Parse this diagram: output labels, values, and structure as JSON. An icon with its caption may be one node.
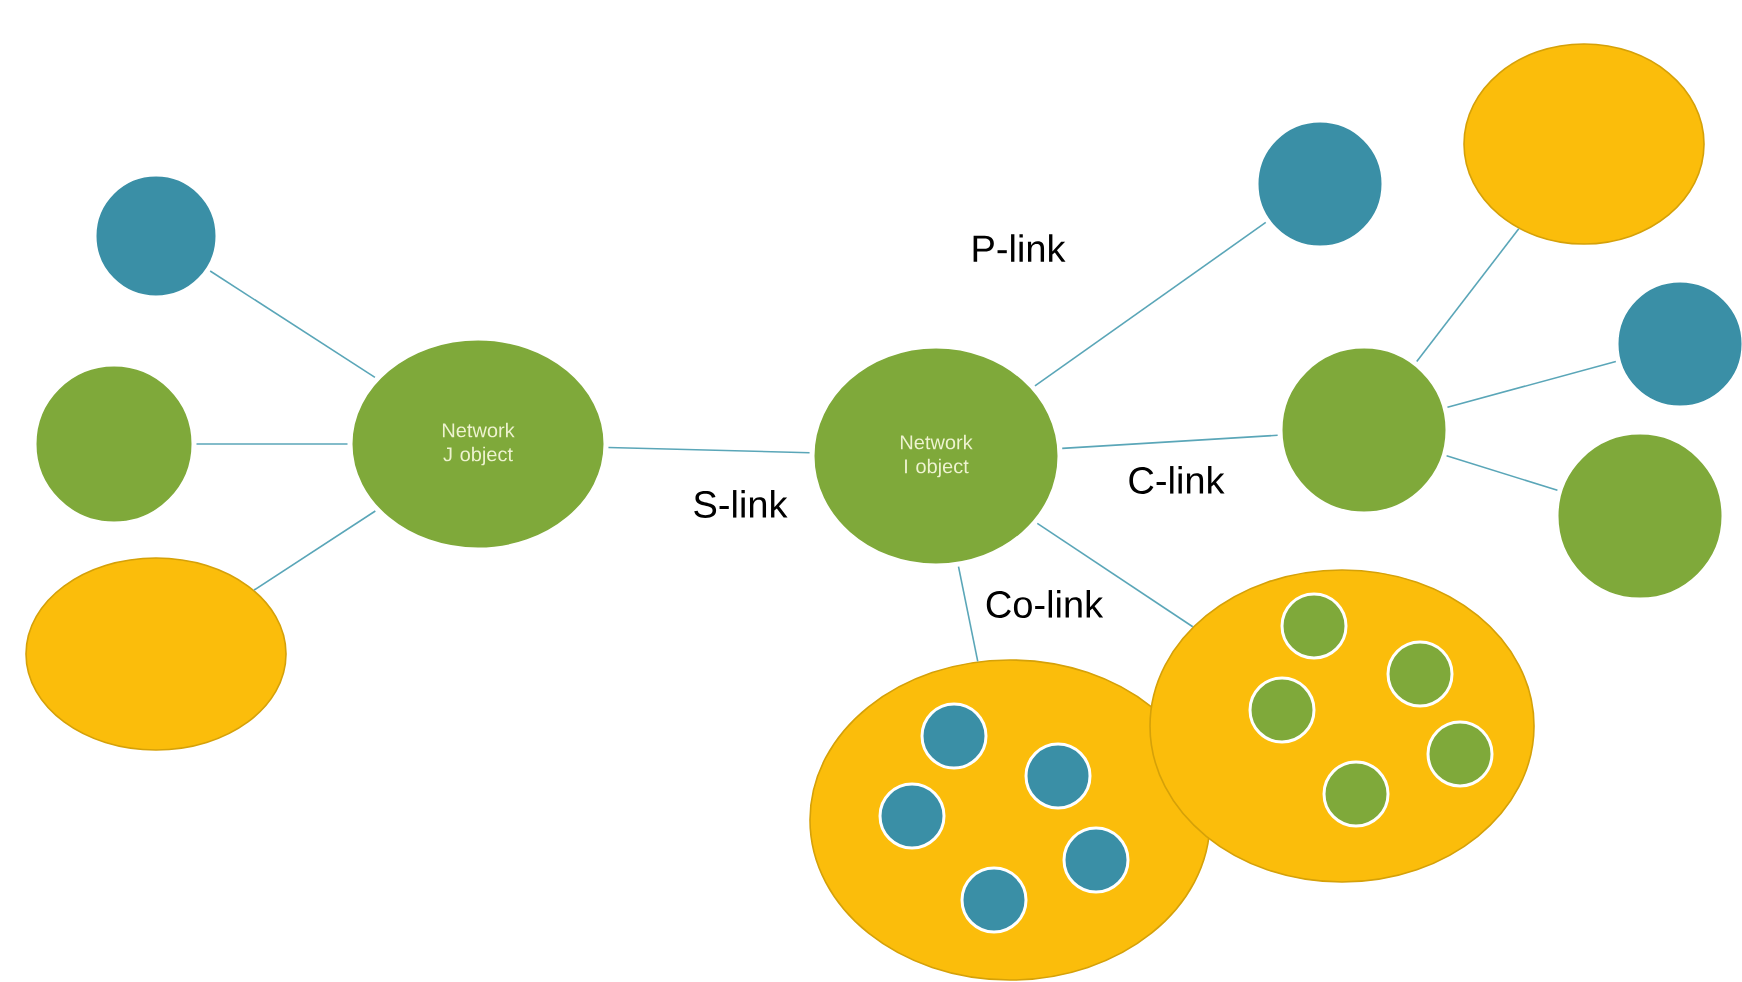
{
  "diagram": {
    "nodes": [
      {
        "text": [],
        "shape": "circle"
      },
      {
        "text": [],
        "shape": "circle"
      },
      {
        "text": [],
        "shape": "ellipse"
      },
      {
        "text": [
          "Network J object"
        ]
      },
      {
        "text": [
          "Network I object"
        ]
      },
      {
        "text": [],
        "shape": "circle"
      },
      {
        "text": [],
        "shape": "ellipse"
      },
      {
        "text": [],
        "shape": "circle"
      },
      {
        "text": [],
        "shape": "circle"
      },
      {
        "text": [],
        "shape": "circle"
      },
      {
        "text": [],
        "shape": "ellipse"
      },
      {
        "text": [],
        "shape": "circle",
        "in": 10
      },
      {
        "text": [],
        "shape": "circle",
        "in": 10
      },
      {
        "text": [],
        "shape": "circle",
        "in": 10
      },
      {
        "text": [],
        "shape": "circle",
        "in": 10
      },
      {
        "text": [],
        "shape": "circle",
        "in": 10
      },
      {
        "text": [],
        "shape": "ellipse"
      },
      {
        "text": [],
        "shape": "circle",
        "in": 16
      },
      {
        "text": [],
        "shape": "circle",
        "in": 16
      },
      {
        "text": [],
        "shape": "circle",
        "in": 16
      },
      {
        "text": [],
        "shape": "circle",
        "in": 16
      },
      {
        "text": [],
        "shape": "circle",
        "in": 16
      }
    ],
    "edges": [
      {
        "from": 0,
        "to": 3,
        "arrow": "none"
      },
      {
        "from": 1,
        "to": 3,
        "arrow": "none"
      },
      {
        "from": 2,
        "to": 3,
        "arrow": "none"
      },
      {
        "from": 3,
        "to": 4,
        "arrow": "none",
        "label": "S-link"
      },
      {
        "from": 4,
        "to": 5,
        "arrow": "none",
        "label": "P-link"
      },
      {
        "from": 4,
        "to": 7,
        "arrow": "none",
        "label": "C-link"
      },
      {
        "from": 7,
        "to": 6,
        "arrow": "none"
      },
      {
        "from": 7,
        "to": 8,
        "arrow": "none"
      },
      {
        "from": 7,
        "to": 9,
        "arrow": "none"
      },
      {
        "from": 4,
        "to": 10,
        "arrow": "none",
        "label": "Co-link"
      },
      {
        "from": 4,
        "to": 16,
        "arrow": "none"
      }
    ]
  }
}
